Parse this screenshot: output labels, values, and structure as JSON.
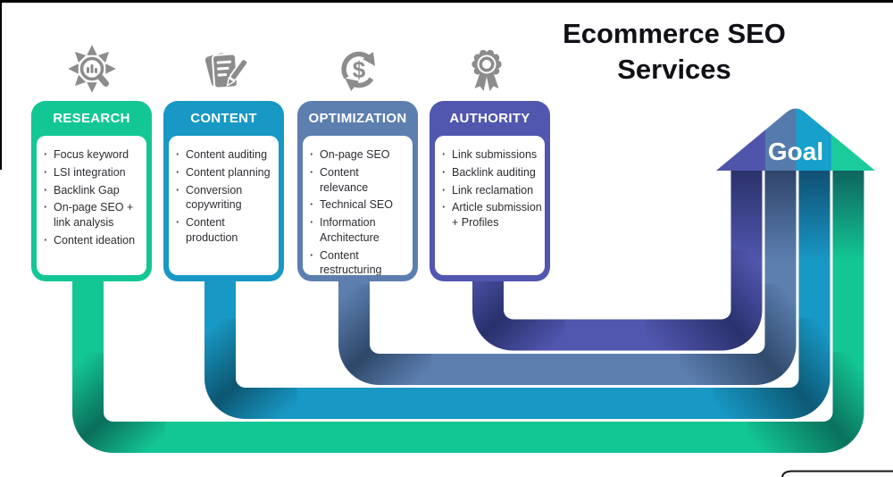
{
  "title": {
    "line1": "Ecommerce SEO",
    "line2": "Services"
  },
  "goal": {
    "label": "Goal"
  },
  "palette": {
    "research_green": "#13C795",
    "content_teal": "#1898C4",
    "optimization_steel": "#5C7FB0",
    "authority_indigo": "#5156AE",
    "icon_gray": "#8C8C8C",
    "title_color": "#101016",
    "goal_text_color": "#FFFFFF"
  },
  "cards": [
    {
      "id": "research",
      "label": "RESEARCH",
      "color": "#13C795",
      "icon": "magnifier-analytics-icon",
      "items": [
        "Focus keyword",
        "LSI integration",
        "Backlink Gap",
        "On-page SEO + link analysis",
        "Content ideation"
      ]
    },
    {
      "id": "content",
      "label": "CONTENT",
      "color": "#1898C4",
      "icon": "document-pencil-icon",
      "items": [
        "Content auditing",
        "Content planning",
        "Conversion copywriting",
        "Content production"
      ]
    },
    {
      "id": "optimization",
      "label": "OPTIMIZATION",
      "color": "#5C7FB0",
      "icon": "dollar-cycle-icon",
      "items": [
        "On-page SEO",
        "Content relevance",
        "Technical SEO",
        "Information Architecture",
        "Content restructuring"
      ]
    },
    {
      "id": "authority",
      "label": "AUTHORITY",
      "color": "#5156AE",
      "icon": "award-ribbon-icon",
      "items": [
        "Link submissions",
        "Backlink auditing",
        "Link reclamation",
        "Article submission + Profiles"
      ]
    }
  ]
}
